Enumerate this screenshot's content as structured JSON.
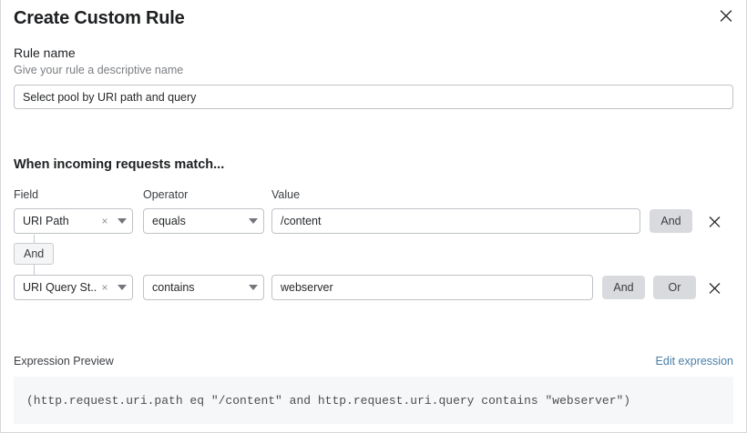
{
  "dialog": {
    "title": "Create Custom Rule",
    "close_icon": "close-icon"
  },
  "rule_name": {
    "label": "Rule name",
    "help": "Give your rule a descriptive name",
    "value": "Select pool by URI path and query",
    "placeholder": "Select pool by URI path and query"
  },
  "match": {
    "heading": "When incoming requests match...",
    "columns": {
      "field": "Field",
      "operator": "Operator",
      "value": "Value"
    },
    "connector": {
      "label": "And"
    },
    "rows": [
      {
        "field": "URI Path",
        "field_clear": "×",
        "operator": "equals",
        "value": "/content",
        "value_placeholder": "",
        "buttons": [
          "And"
        ],
        "delete_icon": "close-icon"
      },
      {
        "field": "URI Query St...",
        "field_clear": "×",
        "operator": "contains",
        "value": "webserver",
        "value_placeholder": "",
        "buttons": [
          "And",
          "Or"
        ],
        "delete_icon": "close-icon"
      }
    ]
  },
  "expression": {
    "label": "Expression Preview",
    "edit_link": "Edit expression",
    "preview": "(http.request.uri.path eq \"/content\" and http.request.uri.query contains \"webserver\")"
  },
  "colors": {
    "link": "#4a7ea6",
    "button_bg": "#d8dade",
    "border": "#bfc2c6",
    "preview_bg": "#f6f7f8"
  }
}
